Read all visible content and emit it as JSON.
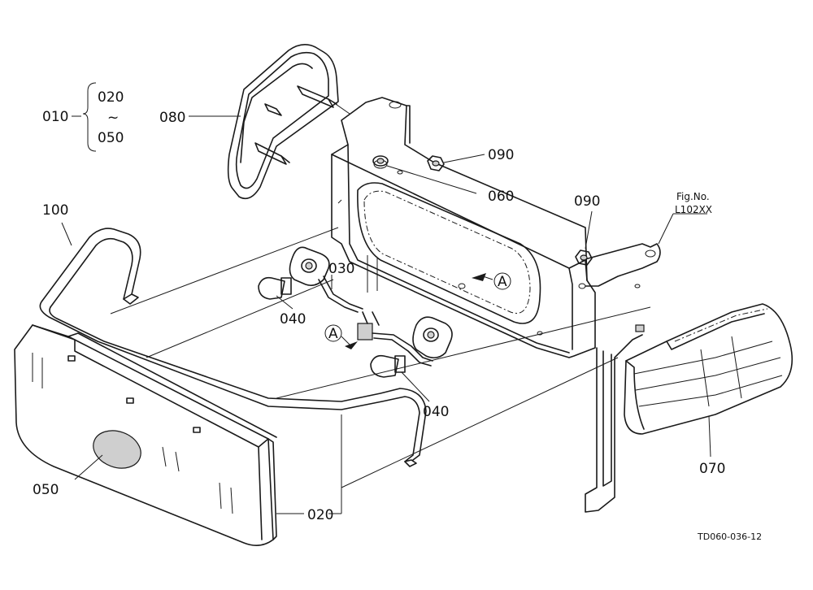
{
  "labels": {
    "p010": "010",
    "p020_range": "020",
    "tilde": "~",
    "p050_range": "050",
    "p080": "080",
    "p090_top": "090",
    "p060": "060",
    "p090_right": "090",
    "fig_no": "Fig.No.",
    "fig_ref": "L102XX",
    "p100": "100",
    "p030": "030",
    "arrow_a_right": "A",
    "p040_left": "040",
    "arrow_a_left": "A",
    "p040_bottom": "040",
    "p050": "050",
    "p020": "020",
    "p070": "070",
    "drawing_code": "TD060-036-12"
  }
}
